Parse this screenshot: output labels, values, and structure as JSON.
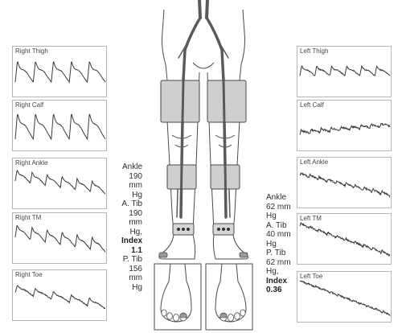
{
  "right_panels": [
    {
      "label": "Right Thigh"
    },
    {
      "label": "Right Calf"
    },
    {
      "label": "Right Ankle"
    },
    {
      "label": "Right TM"
    },
    {
      "label": "Right Toe"
    }
  ],
  "left_panels": [
    {
      "label": "Left Thigh"
    },
    {
      "label": "Left Calf"
    },
    {
      "label": "Left Ankle"
    },
    {
      "label": "Left TM"
    },
    {
      "label": "Left Toe"
    }
  ],
  "right_readings": {
    "ankle_label": "Ankle",
    "ankle_value": "190",
    "ankle_unit1": "mm",
    "ankle_unit2": "Hg",
    "atib_label": "A. Tib",
    "atib_value": "190",
    "atib_unit1": "mm",
    "atib_unit2": "Hg,",
    "index_label": "Index",
    "index_value": "1.1",
    "ptib_label": "P. Tib",
    "ptib_value": "156",
    "ptib_unit1": "mm",
    "ptib_unit2": "Hg"
  },
  "left_readings": {
    "ankle_label": "Ankle",
    "ankle_value": "62 mm",
    "ankle_unit": "Hg",
    "atib_label": "A. Tib",
    "atib_value": "40 mm",
    "atib_unit": "Hg",
    "ptib_label": "P. Tib",
    "ptib_value": "62 mm",
    "ptib_unit": "Hg,",
    "index_label": "Index",
    "index_value": "0.36"
  },
  "colors": {
    "waveform": "#3a3a3a",
    "cuff": "#cfcfcf",
    "artery": "#5a5a5a",
    "outline": "#4a4a4a"
  }
}
